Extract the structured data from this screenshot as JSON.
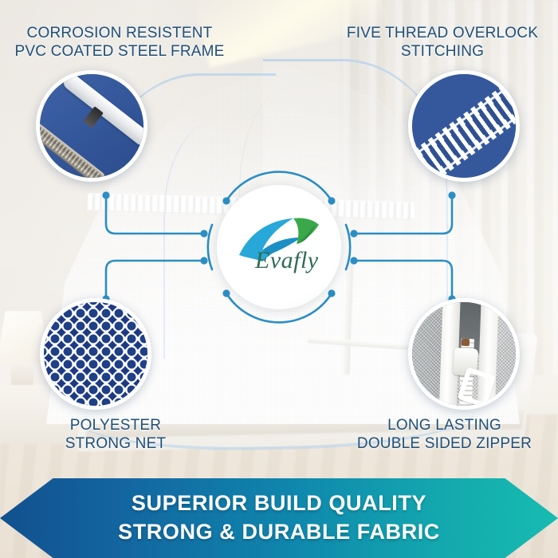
{
  "brand": {
    "logo_text": "Evafly",
    "logo_icon": "bird-swoosh-logo"
  },
  "features": [
    {
      "id": "corrosion-resistant-frame",
      "label": "CORROSION RESISTENT\nPVC COATED STEEL FRAME",
      "image_name": "pvc-coated-steel-frame-photo",
      "position": "top-left"
    },
    {
      "id": "five-thread-overlock",
      "label": "FIVE THREAD OVERLOCK\nSTITCHING",
      "image_name": "overlock-stitching-photo",
      "position": "top-right"
    },
    {
      "id": "polyester-strong-net",
      "label": "POLYESTER\nSTRONG NET",
      "image_name": "polyester-hex-net-photo",
      "position": "bottom-left"
    },
    {
      "id": "double-sided-zipper",
      "label": "LONG LASTING\nDOUBLE SIDED ZIPPER",
      "image_name": "double-sided-zipper-photo",
      "position": "bottom-right"
    }
  ],
  "banner": {
    "line1": "SUPERIOR BUILD QUALITY",
    "line2": "STRONG & DURABLE FABRIC"
  },
  "colors": {
    "label_text": "#1e4f79",
    "connector_blue": "#2b8ec4",
    "circle_fill_blue": "#35589c",
    "banner_gradient_start": "#11508f",
    "banner_gradient_end": "#17bcb0",
    "background": "#e8e4de"
  },
  "background": {
    "scene": "pop-up mosquito net tent over bed in bedroom"
  }
}
